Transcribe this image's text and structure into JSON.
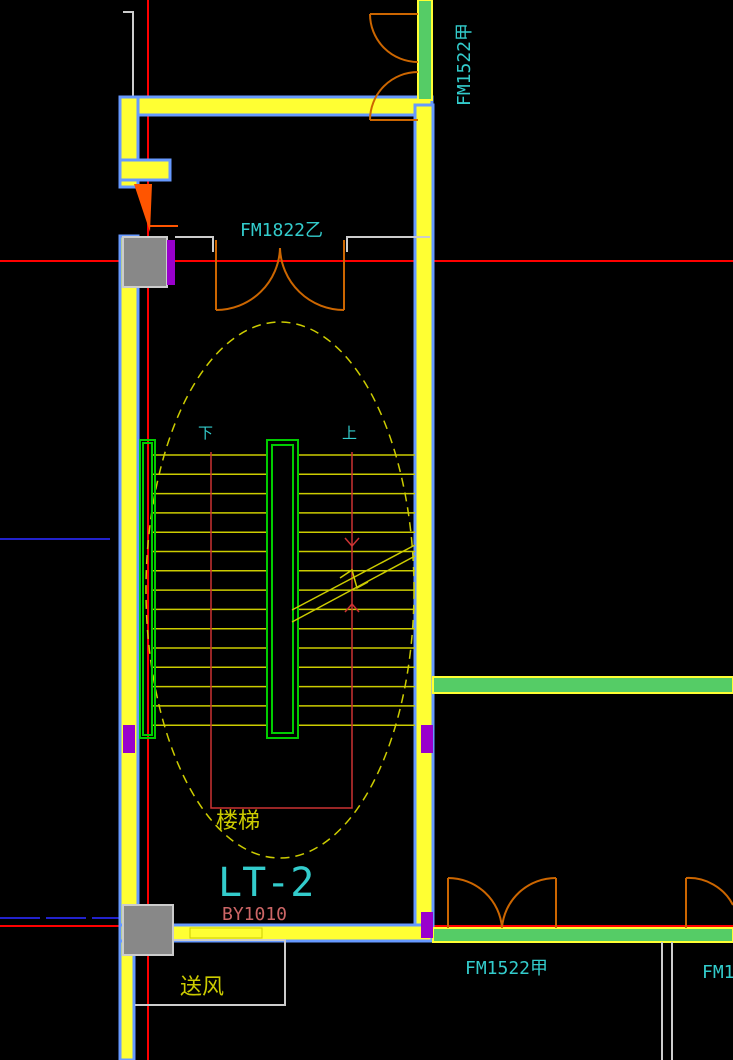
{
  "labels": {
    "door_top_right": "FM1522甲",
    "door_top_stair": "FM1822乙",
    "down_mark": "下",
    "up_mark": "上",
    "stair_room_name": "楼梯",
    "stair_code": "LT-2",
    "vent_code": "BY1010",
    "door_bottom": "FM1522甲",
    "door_bottom_right_partial": "FM1",
    "air_supply": "送风"
  },
  "colors": {
    "background": "#000000",
    "wall_fill": "#FFFF33",
    "wall_outline": "#6699FF",
    "axis_line": "#FF0000",
    "stair_tread": "#CCCC00",
    "handrail": "#00CC00",
    "door": "#CC6600",
    "text_cyan": "#33CCCC",
    "text_red": "#CC6666",
    "column": "#888888",
    "marker": "#9900CC",
    "partition_green": "#55CC66",
    "white_line": "#CCCCCC",
    "blue_line": "#2222CC"
  },
  "stair": {
    "tread_count": 15
  }
}
